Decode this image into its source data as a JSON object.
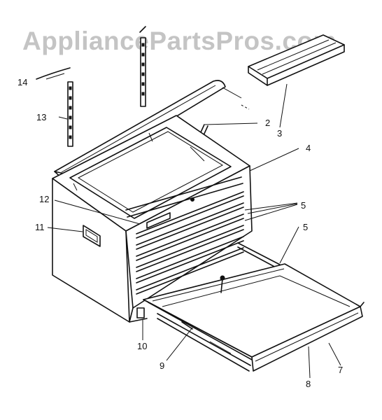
{
  "watermark": "AppliancePartsPros.com",
  "callouts": {
    "c2": "2",
    "c3": "3",
    "c4": "4",
    "c5a": "5",
    "c5b": "5",
    "c7": "7",
    "c8": "8",
    "c9": "9",
    "c10": "10",
    "c11": "11",
    "c12": "12",
    "c13": "13",
    "c14": "14"
  }
}
